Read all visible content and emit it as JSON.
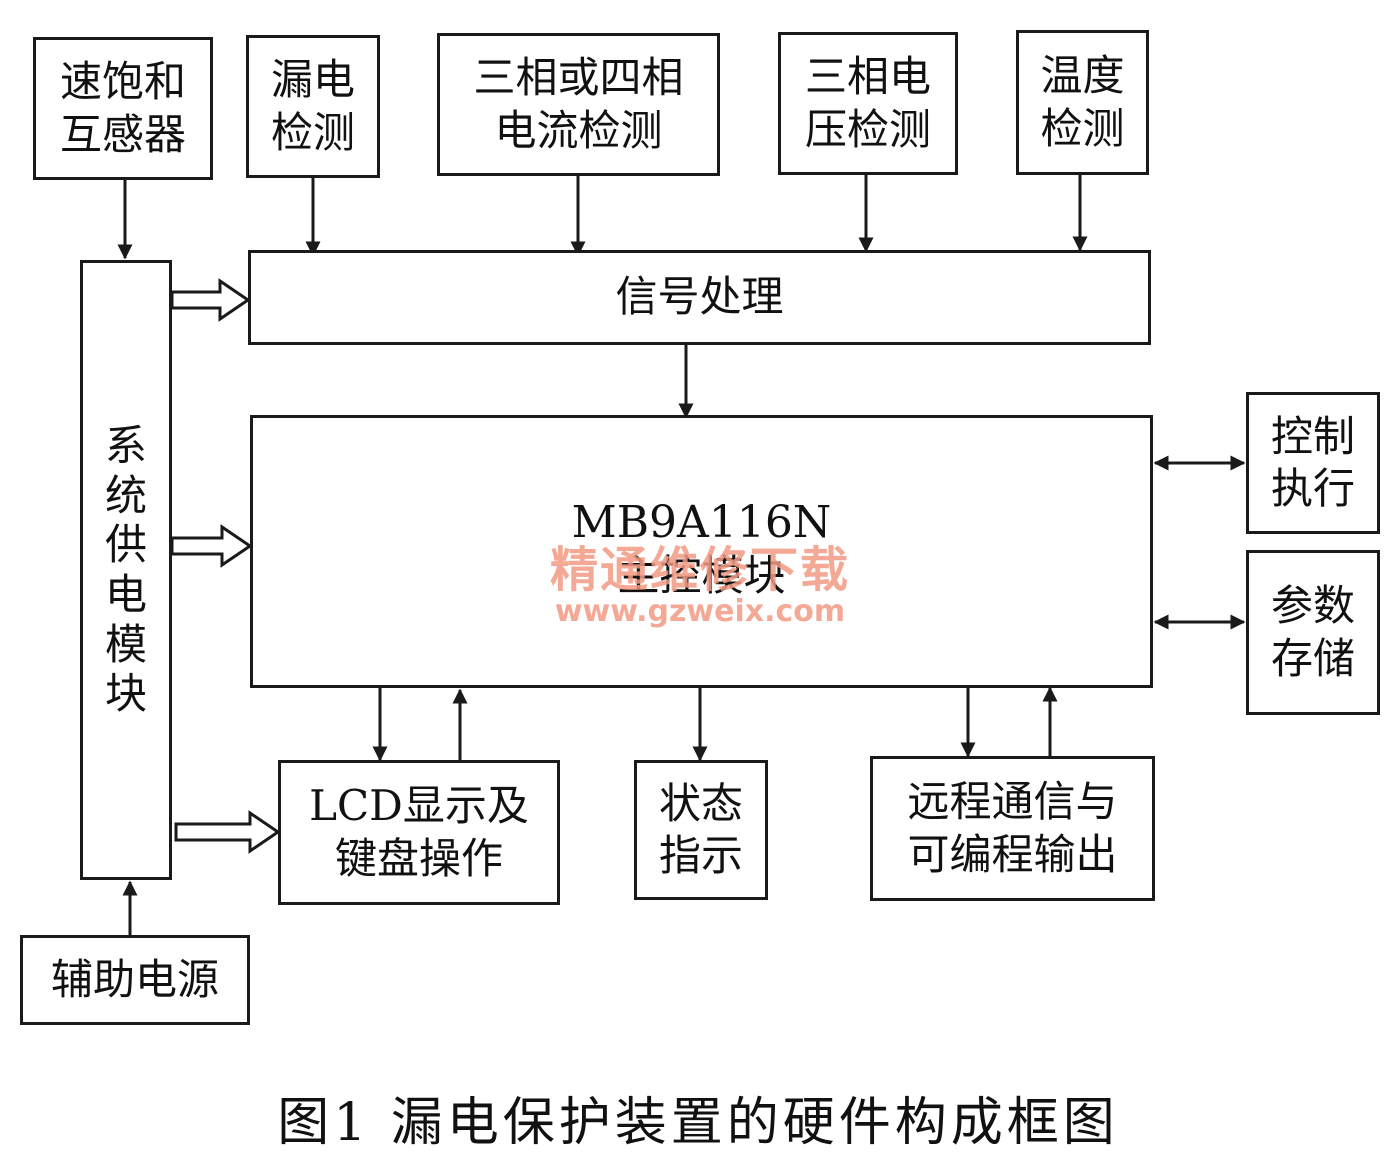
{
  "blocks": {
    "sat_transformer": "速饱和\n互感器",
    "leakage_detect": "漏电\n检测",
    "current_detect": "三相或四相\n电流检测",
    "voltage_detect": "三相电\n压检测",
    "temp_detect": "温度\n检测",
    "signal_processing": "信号处理",
    "power_module": "系\n统\n供\n电\n模\n块",
    "mcu_model": "MB9A116N",
    "mcu_label": "主控模块",
    "control_exec": "控制\n执行",
    "param_storage": "参数\n存储",
    "lcd_keyboard": "LCD显示及\n键盘操作",
    "status_indicator": "状态\n指示",
    "remote_comm": "远程通信与\n可编程输出",
    "aux_power": "辅助电源"
  },
  "watermark": {
    "text": "精通维修下载",
    "url": "www.gzweix.com"
  },
  "caption": "图1  漏电保护装置的硬件构成框图",
  "colors": {
    "line": "#1a1a1a",
    "watermark": "#f29b83"
  }
}
